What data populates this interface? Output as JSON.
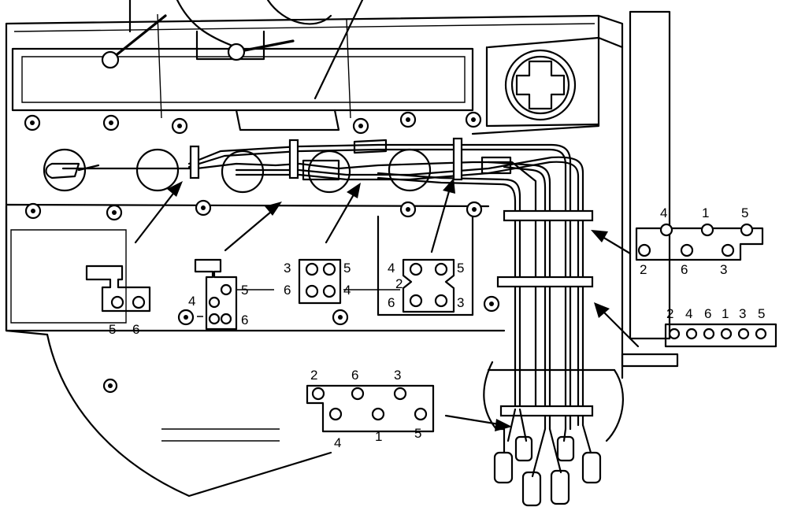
{
  "colors": {
    "line": "#000000",
    "background": "#ffffff"
  },
  "callouts": {
    "far_left": {
      "left": "5",
      "right": "6"
    },
    "clip_a": {
      "a": "4",
      "b": "5",
      "c": "6"
    },
    "clip_b": {
      "tl": "3",
      "tr": "5",
      "bl": "6",
      "br": "4"
    },
    "clip_c": {
      "tl": "4",
      "tr": "5",
      "ml": "2",
      "bl": "6",
      "br": "3"
    },
    "right_upper": {
      "top": [
        "4",
        "1",
        "5"
      ],
      "bottom": [
        "2",
        "6",
        "3"
      ]
    },
    "right_lower": {
      "top": [
        "2",
        "4",
        "6",
        "1",
        "3",
        "5"
      ]
    },
    "bottom_mid": {
      "top": [
        "2",
        "6",
        "3"
      ],
      "bottom": [
        "4",
        "1",
        "5"
      ]
    }
  }
}
